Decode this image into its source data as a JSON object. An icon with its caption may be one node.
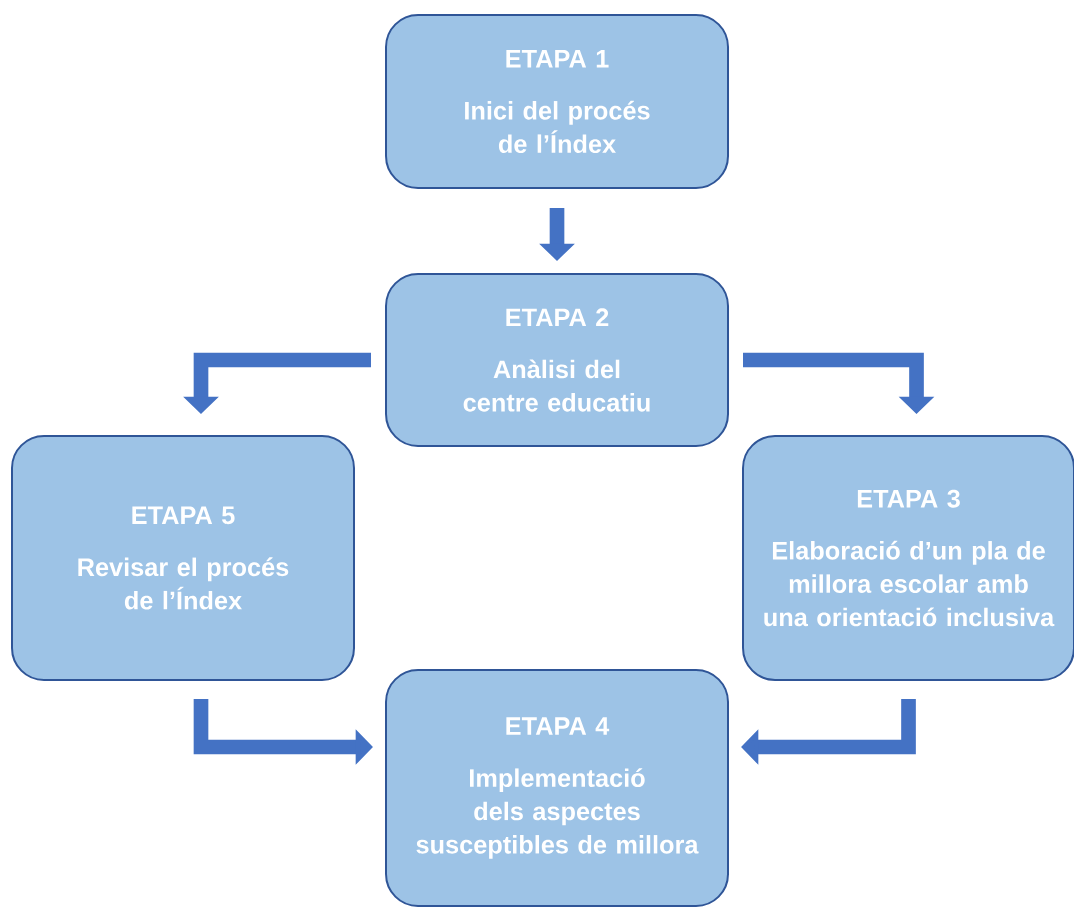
{
  "diagram": {
    "nodes": [
      {
        "text": [
          "ETAPA 1",
          "Inici del procés de l’Índex"
        ]
      },
      {
        "text": [
          "ETAPA 2",
          "Anàlisi del centre educatiu"
        ]
      },
      {
        "text": [
          "ETAPA 5",
          "Revisar el procés de l’Índex"
        ]
      },
      {
        "text": [
          "ETAPA 3",
          "Elaboració d’un pla de millora escolar amb una orientació inclusiva"
        ]
      },
      {
        "text": [
          "ETAPA 4",
          "Implementació dels aspectes susceptibles de millora"
        ]
      }
    ],
    "edges": [
      {
        "from": 0,
        "to": 1,
        "arrow": "to"
      },
      {
        "from": 1,
        "to": 2,
        "arrow": "to"
      },
      {
        "from": 1,
        "to": 3,
        "arrow": "to"
      },
      {
        "from": 3,
        "to": 4,
        "arrow": "to"
      },
      {
        "from": 2,
        "to": 4,
        "arrow": "to"
      }
    ]
  }
}
